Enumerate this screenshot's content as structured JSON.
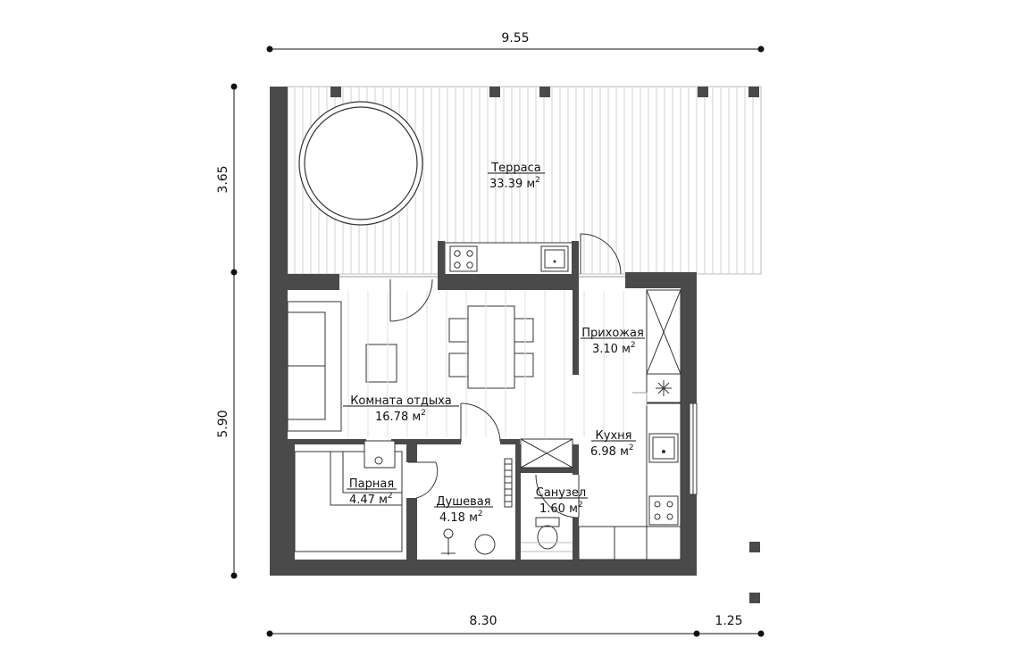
{
  "dimensions": {
    "top_total": "9.55",
    "bottom_main": "8.30",
    "bottom_extra": "1.25",
    "left_upper": "3.65",
    "left_lower": "5.90"
  },
  "rooms": {
    "terrace": {
      "name": "Терраса",
      "area": "33.39 м",
      "unit_power": "2"
    },
    "living": {
      "name": "Комната отдыха",
      "area": "16.78 м",
      "unit_power": "2"
    },
    "hall": {
      "name": "Прихожая",
      "area": "3.10 м",
      "unit_power": "2"
    },
    "kitchen": {
      "name": "Кухня",
      "area": "6.98 м",
      "unit_power": "2"
    },
    "sauna": {
      "name": "Парная",
      "area": "4.47 м",
      "unit_power": "2"
    },
    "shower": {
      "name": "Душевая",
      "area": "4.18 м",
      "unit_power": "2"
    },
    "bathroom": {
      "name": "Санузел",
      "area": "1.60 м",
      "unit_power": "2"
    }
  },
  "colors": {
    "wall": "#4a4a4a",
    "line": "#9a9a9a",
    "ink": "#111111"
  }
}
